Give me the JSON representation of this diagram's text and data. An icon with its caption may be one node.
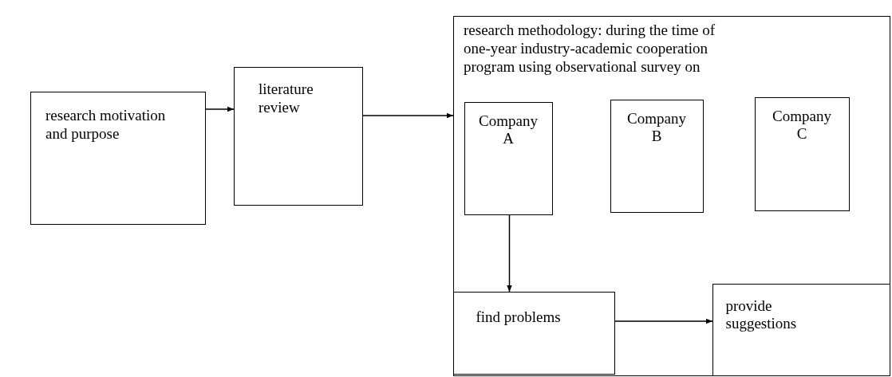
{
  "diagram": {
    "nodes": [
      {
        "text": [
          "research motivation and purpose"
        ]
      },
      {
        "text": [
          "literature review"
        ]
      },
      {
        "text": [
          "research methodology: during the time of one-year industry-academic cooperation program using observational survey on"
        ]
      },
      {
        "text": [
          "Company A"
        ],
        "in": 2
      },
      {
        "text": [
          "Company B"
        ],
        "in": 2
      },
      {
        "text": [
          "Company C"
        ],
        "in": 2
      },
      {
        "text": [
          "find problems"
        ],
        "in": 2
      },
      {
        "text": [
          "provide suggestions"
        ],
        "in": 2
      }
    ],
    "edges": [
      {
        "from": 0,
        "to": 1,
        "arrow": "to"
      },
      {
        "from": 1,
        "to": 2,
        "arrow": "to"
      },
      {
        "from": 3,
        "to": 6,
        "arrow": "to"
      },
      {
        "from": 6,
        "to": 7,
        "arrow": "to"
      }
    ]
  }
}
